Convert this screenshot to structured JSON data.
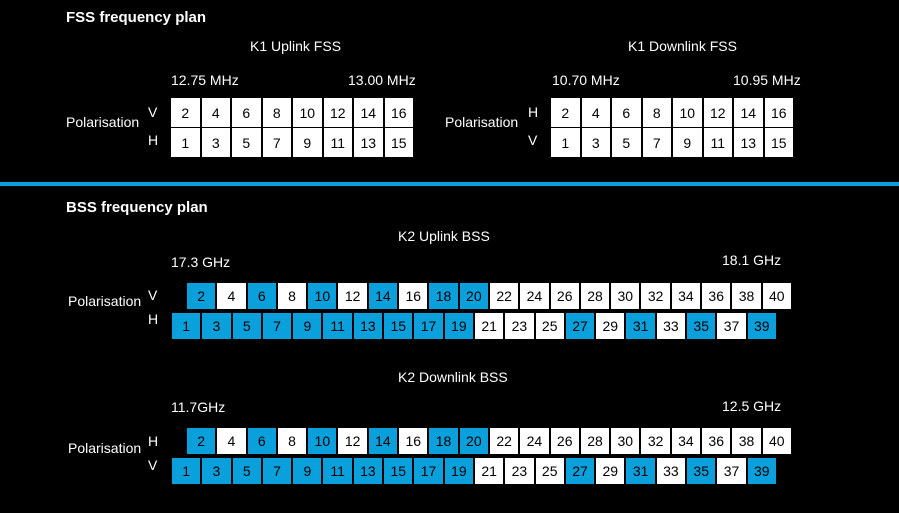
{
  "fss": {
    "title": "FSS frequency plan",
    "uplink": {
      "title": "K1 Uplink FSS",
      "freq_start": "12.75 MHz",
      "freq_end": "13.00 MHz",
      "polarisation_label": "Polarisation",
      "top_pol": "V",
      "bottom_pol": "H",
      "top_channels": [
        "2",
        "4",
        "6",
        "8",
        "10",
        "12",
        "14",
        "16"
      ],
      "bottom_channels": [
        "1",
        "3",
        "5",
        "7",
        "9",
        "11",
        "13",
        "15"
      ]
    },
    "downlink": {
      "title": "K1 Downlink FSS",
      "freq_start": "10.70 MHz",
      "freq_end": "10.95 MHz",
      "polarisation_label": "Polarisation",
      "top_pol": "H",
      "bottom_pol": "V",
      "top_channels": [
        "2",
        "4",
        "6",
        "8",
        "10",
        "12",
        "14",
        "16"
      ],
      "bottom_channels": [
        "1",
        "3",
        "5",
        "7",
        "9",
        "11",
        "13",
        "15"
      ]
    }
  },
  "bss": {
    "title": "BSS frequency plan",
    "highlight_color": "#0aa0dc",
    "uplink": {
      "title": "K2 Uplink BSS",
      "freq_start": "17.3 GHz",
      "freq_end": "18.1 GHz",
      "polarisation_label": "Polarisation",
      "top_pol": "V",
      "bottom_pol": "H",
      "top_channels": [
        "2",
        "4",
        "6",
        "8",
        "10",
        "12",
        "14",
        "16",
        "18",
        "20",
        "22",
        "24",
        "26",
        "28",
        "30",
        "32",
        "34",
        "36",
        "38",
        "40"
      ],
      "top_highlighted": [
        "2",
        "6",
        "10",
        "14",
        "18",
        "20"
      ],
      "bottom_channels": [
        "1",
        "3",
        "5",
        "7",
        "9",
        "11",
        "13",
        "15",
        "17",
        "19",
        "21",
        "23",
        "25",
        "27",
        "29",
        "31",
        "33",
        "35",
        "37",
        "39"
      ],
      "bottom_highlighted": [
        "1",
        "3",
        "5",
        "7",
        "9",
        "11",
        "13",
        "15",
        "17",
        "19",
        "27",
        "31",
        "35",
        "39"
      ]
    },
    "downlink": {
      "title": "K2 Downlink BSS",
      "freq_start": "11.7GHz",
      "freq_end": "12.5 GHz",
      "polarisation_label": "Polarisation",
      "top_pol": "H",
      "bottom_pol": "V",
      "top_channels": [
        "2",
        "4",
        "6",
        "8",
        "10",
        "12",
        "14",
        "16",
        "18",
        "20",
        "22",
        "24",
        "26",
        "28",
        "30",
        "32",
        "34",
        "36",
        "38",
        "40"
      ],
      "top_highlighted": [
        "2",
        "6",
        "10",
        "14",
        "18",
        "20"
      ],
      "bottom_channels": [
        "1",
        "3",
        "5",
        "7",
        "9",
        "11",
        "13",
        "15",
        "17",
        "19",
        "21",
        "23",
        "25",
        "27",
        "29",
        "31",
        "33",
        "35",
        "37",
        "39"
      ],
      "bottom_highlighted": [
        "1",
        "3",
        "5",
        "7",
        "9",
        "11",
        "13",
        "15",
        "17",
        "19",
        "27",
        "31",
        "35",
        "39"
      ]
    }
  }
}
